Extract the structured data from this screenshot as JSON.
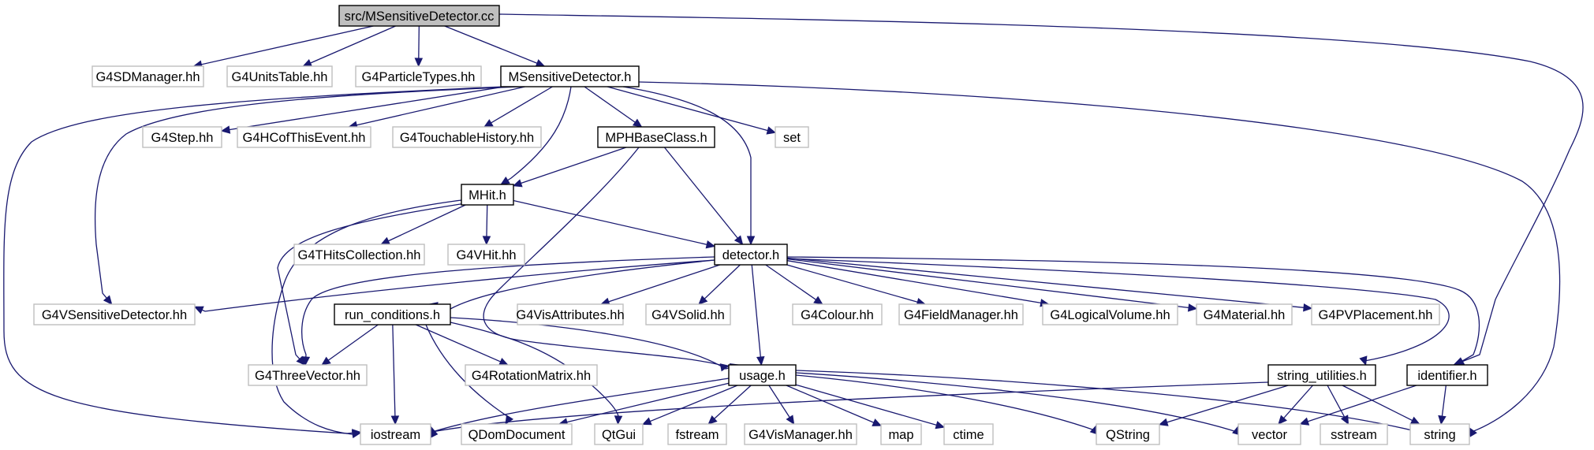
{
  "graph": {
    "nodes": [
      {
        "id": "src_msd_cc",
        "label": "src/MSensitiveDetector.cc",
        "kind": "root"
      },
      {
        "id": "g4sdmanager",
        "label": "G4SDManager.hh",
        "kind": "external"
      },
      {
        "id": "g4unitstable",
        "label": "G4UnitsTable.hh",
        "kind": "external"
      },
      {
        "id": "g4particletypes",
        "label": "G4ParticleTypes.hh",
        "kind": "external"
      },
      {
        "id": "msd_h",
        "label": "MSensitiveDetector.h",
        "kind": "project"
      },
      {
        "id": "g4step",
        "label": "G4Step.hh",
        "kind": "external"
      },
      {
        "id": "g4hcofthisevent",
        "label": "G4HCofThisEvent.hh",
        "kind": "external"
      },
      {
        "id": "g4touchablehistory",
        "label": "G4TouchableHistory.hh",
        "kind": "external"
      },
      {
        "id": "mphbaseclass",
        "label": "MPHBaseClass.h",
        "kind": "project"
      },
      {
        "id": "set",
        "label": "set",
        "kind": "external"
      },
      {
        "id": "mhit",
        "label": "MHit.h",
        "kind": "project"
      },
      {
        "id": "g4thitscollection",
        "label": "G4THitsCollection.hh",
        "kind": "external"
      },
      {
        "id": "g4vhit",
        "label": "G4VHit.hh",
        "kind": "external"
      },
      {
        "id": "detector_h",
        "label": "detector.h",
        "kind": "project"
      },
      {
        "id": "g4vsensitivedetector",
        "label": "G4VSensitiveDetector.hh",
        "kind": "external"
      },
      {
        "id": "run_conditions",
        "label": "run_conditions.h",
        "kind": "project"
      },
      {
        "id": "g4visattributes",
        "label": "G4VisAttributes.hh",
        "kind": "external"
      },
      {
        "id": "g4vsolid",
        "label": "G4VSolid.hh",
        "kind": "external"
      },
      {
        "id": "g4colour",
        "label": "G4Colour.hh",
        "kind": "external"
      },
      {
        "id": "g4fieldmanager",
        "label": "G4FieldManager.hh",
        "kind": "external"
      },
      {
        "id": "g4logicalvolume",
        "label": "G4LogicalVolume.hh",
        "kind": "external"
      },
      {
        "id": "g4material",
        "label": "G4Material.hh",
        "kind": "external"
      },
      {
        "id": "g4pvplacement",
        "label": "G4PVPlacement.hh",
        "kind": "external"
      },
      {
        "id": "g4threevector",
        "label": "G4ThreeVector.hh",
        "kind": "external"
      },
      {
        "id": "g4rotationmatrix",
        "label": "G4RotationMatrix.hh",
        "kind": "external"
      },
      {
        "id": "usage_h",
        "label": "usage.h",
        "kind": "project"
      },
      {
        "id": "string_utilities",
        "label": "string_utilities.h",
        "kind": "project"
      },
      {
        "id": "identifier_h",
        "label": "identifier.h",
        "kind": "project"
      },
      {
        "id": "iostream",
        "label": "iostream",
        "kind": "external"
      },
      {
        "id": "qdomdocument",
        "label": "QDomDocument",
        "kind": "external"
      },
      {
        "id": "qtgui",
        "label": "QtGui",
        "kind": "external"
      },
      {
        "id": "fstream",
        "label": "fstream",
        "kind": "external"
      },
      {
        "id": "g4vismanager",
        "label": "G4VisManager.hh",
        "kind": "external"
      },
      {
        "id": "map",
        "label": "map",
        "kind": "external"
      },
      {
        "id": "ctime",
        "label": "ctime",
        "kind": "external"
      },
      {
        "id": "qstring",
        "label": "QString",
        "kind": "external"
      },
      {
        "id": "vector",
        "label": "vector",
        "kind": "external"
      },
      {
        "id": "sstream",
        "label": "sstream",
        "kind": "external"
      },
      {
        "id": "string",
        "label": "string",
        "kind": "external"
      }
    ],
    "edges": [
      [
        "src_msd_cc",
        "g4sdmanager"
      ],
      [
        "src_msd_cc",
        "g4unitstable"
      ],
      [
        "src_msd_cc",
        "g4particletypes"
      ],
      [
        "src_msd_cc",
        "msd_h"
      ],
      [
        "src_msd_cc",
        "identifier_h"
      ],
      [
        "msd_h",
        "g4vsensitivedetector"
      ],
      [
        "msd_h",
        "g4step"
      ],
      [
        "msd_h",
        "g4hcofthisevent"
      ],
      [
        "msd_h",
        "g4touchablehistory"
      ],
      [
        "msd_h",
        "mphbaseclass"
      ],
      [
        "msd_h",
        "set"
      ],
      [
        "msd_h",
        "mhit"
      ],
      [
        "msd_h",
        "detector_h"
      ],
      [
        "msd_h",
        "iostream"
      ],
      [
        "msd_h",
        "string"
      ],
      [
        "mphbaseclass",
        "mhit"
      ],
      [
        "mphbaseclass",
        "detector_h"
      ],
      [
        "mphbaseclass",
        "usage_h"
      ],
      [
        "mhit",
        "g4thitscollection"
      ],
      [
        "mhit",
        "g4vhit"
      ],
      [
        "mhit",
        "detector_h"
      ],
      [
        "mhit",
        "g4threevector"
      ],
      [
        "mhit",
        "iostream"
      ],
      [
        "detector_h",
        "g4vsensitivedetector"
      ],
      [
        "detector_h",
        "run_conditions"
      ],
      [
        "detector_h",
        "g4visattributes"
      ],
      [
        "detector_h",
        "g4vsolid"
      ],
      [
        "detector_h",
        "g4colour"
      ],
      [
        "detector_h",
        "g4fieldmanager"
      ],
      [
        "detector_h",
        "g4logicalvolume"
      ],
      [
        "detector_h",
        "g4material"
      ],
      [
        "detector_h",
        "g4pvplacement"
      ],
      [
        "detector_h",
        "g4threevector"
      ],
      [
        "detector_h",
        "usage_h"
      ],
      [
        "detector_h",
        "string_utilities"
      ],
      [
        "detector_h",
        "identifier_h"
      ],
      [
        "run_conditions",
        "g4threevector"
      ],
      [
        "run_conditions",
        "g4rotationmatrix"
      ],
      [
        "run_conditions",
        "usage_h"
      ],
      [
        "run_conditions",
        "iostream"
      ],
      [
        "run_conditions",
        "qdomdocument"
      ],
      [
        "run_conditions",
        "qtgui"
      ],
      [
        "usage_h",
        "iostream"
      ],
      [
        "usage_h",
        "qdomdocument"
      ],
      [
        "usage_h",
        "qtgui"
      ],
      [
        "usage_h",
        "fstream"
      ],
      [
        "usage_h",
        "g4vismanager"
      ],
      [
        "usage_h",
        "map"
      ],
      [
        "usage_h",
        "ctime"
      ],
      [
        "usage_h",
        "qstring"
      ],
      [
        "usage_h",
        "vector"
      ],
      [
        "usage_h",
        "string"
      ],
      [
        "string_utilities",
        "iostream"
      ],
      [
        "string_utilities",
        "qstring"
      ],
      [
        "string_utilities",
        "vector"
      ],
      [
        "string_utilities",
        "sstream"
      ],
      [
        "string_utilities",
        "string"
      ],
      [
        "identifier_h",
        "vector"
      ],
      [
        "identifier_h",
        "string"
      ]
    ]
  },
  "colors": {
    "edge": "#191970",
    "project_border": "#000000",
    "external_border": "#bfbfbf",
    "root_fill": "#bfbfbf",
    "node_fill": "#ffffff",
    "text": "#000000"
  }
}
